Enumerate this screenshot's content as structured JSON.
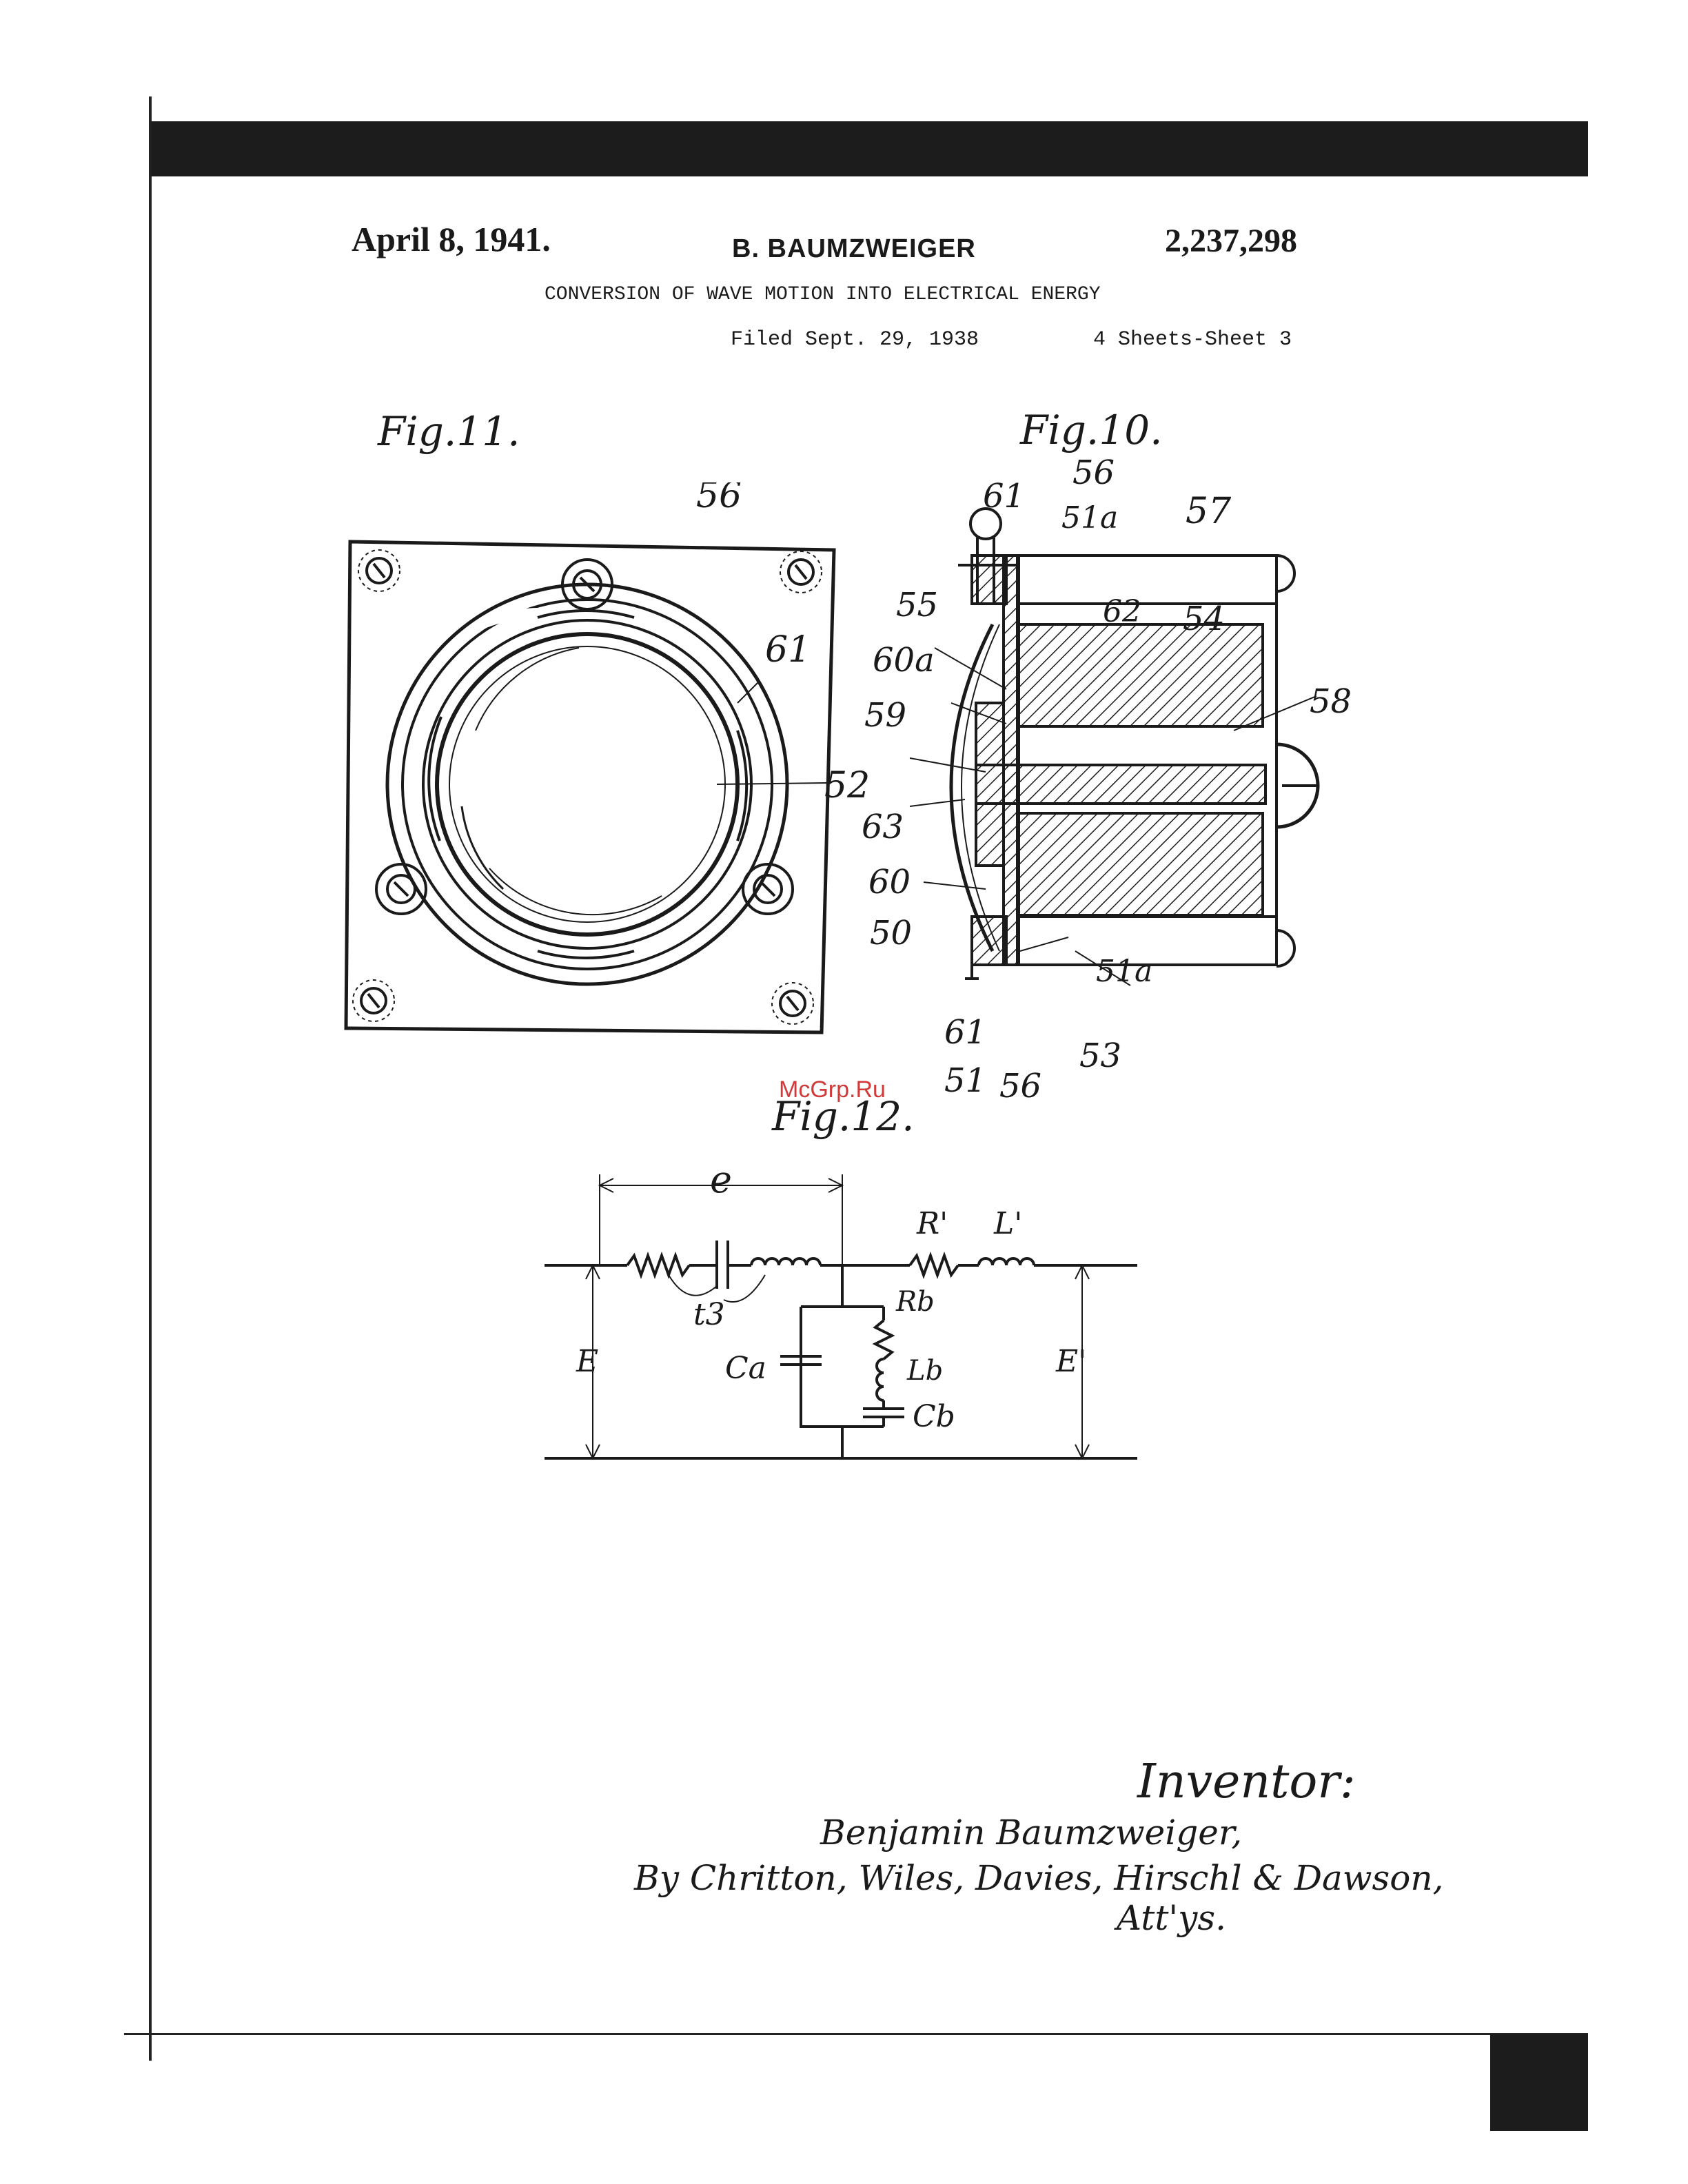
{
  "header": {
    "date": "April 8, 1941.",
    "inventor_name": "B. BAUMZWEIGER",
    "patent_number": "2,237,298",
    "title": "CONVERSION OF WAVE MOTION INTO ELECTRICAL ENERGY",
    "filed": "Filed Sept. 29, 1938",
    "sheets": "4 Sheets-Sheet 3"
  },
  "watermark": "McGrp.Ru",
  "figures": {
    "fig11": {
      "label": "Fig.11.",
      "refs": [
        "56",
        "61",
        "52"
      ]
    },
    "fig10": {
      "label": "Fig.10.",
      "refs": [
        "61",
        "56",
        "51a",
        "57",
        "55",
        "62",
        "54",
        "60a",
        "58",
        "59",
        "63",
        "60",
        "50",
        "51a",
        "61",
        "51",
        "56",
        "53"
      ]
    },
    "fig12": {
      "label": "Fig.12.",
      "symbols": {
        "e": "e",
        "R1": "R'",
        "L1": "L'",
        "t3": "t3",
        "E": "E",
        "E1": "E'",
        "Rb": "Rb",
        "Lb": "Lb",
        "Ca": "Ca",
        "Cb": "Cb"
      }
    }
  },
  "signature": {
    "heading": "Inventor:",
    "inventor": "Benjamin Baumzweiger,",
    "by": "By Chritton, Wiles, Davies, Hirschl & Dawson,",
    "attys": "Att'ys."
  },
  "colors": {
    "ink": "#1a1a1a",
    "bars": "#1c1c1c",
    "watermark": "#d23a3a"
  }
}
